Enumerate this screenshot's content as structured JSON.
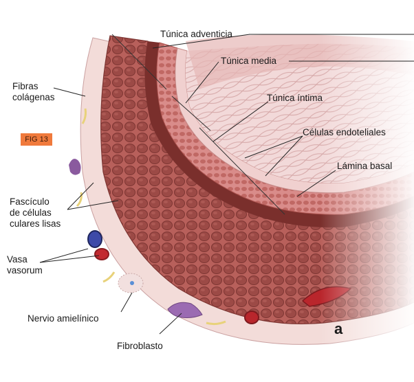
{
  "figure": {
    "badge": "FIG 13",
    "panel_letter": "a",
    "badge_color": "#f07a3c",
    "tissue_color": "#e9c4c4",
    "muscle_color": "#a8544f",
    "adventitia_color": "#f3dcd9"
  },
  "labels": {
    "tunica_adventicia": "Túnica adventicia",
    "tunica_media": "Túnica media",
    "tunica_intima": "Túnica íntima",
    "celulas_endoteliales": "Células endoteliales",
    "lamina_basal": "Lámina basal",
    "fibras_line1": "Fibras",
    "fibras_line2": "colágenas",
    "fasciculo_line1": "Fascículo",
    "fasciculo_line2": "de células",
    "fasciculo_line3": "culares lisas",
    "vasa_line1": "Vasa",
    "vasa_line2": "vasorum",
    "nervio": "Nervio amielínico",
    "fibroblasto": "Fibroblasto"
  }
}
